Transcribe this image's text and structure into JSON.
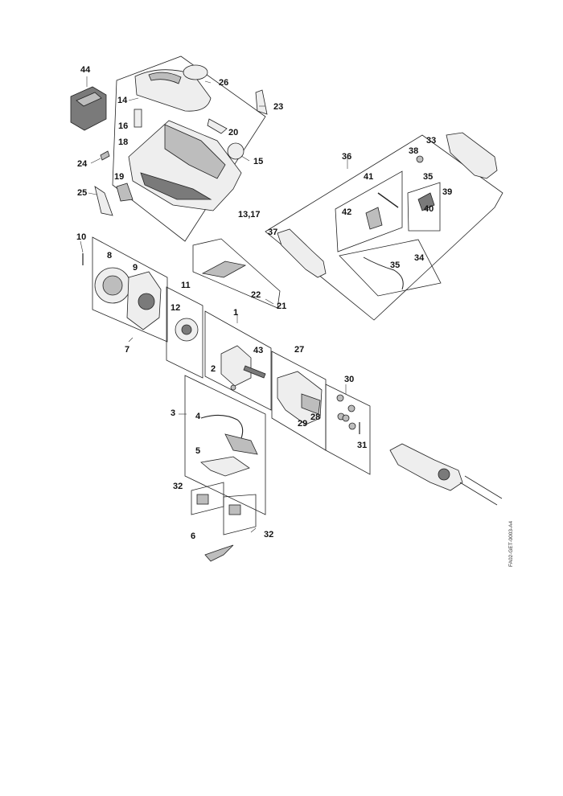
{
  "drawing_code": "FA02-GET-0003-A4",
  "parts": {
    "p44": "44",
    "p26": "26",
    "p14": "14",
    "p23": "23",
    "p16": "16",
    "p20": "20",
    "p18": "18",
    "p15": "15",
    "p24": "24",
    "p19": "19",
    "p25": "25",
    "p13_17": "13,17",
    "p36": "36",
    "p33": "33",
    "p38": "38",
    "p35a": "35",
    "p41": "41",
    "p39": "39",
    "p42": "42",
    "p40": "40",
    "p37": "37",
    "p35b": "35",
    "p34": "34",
    "p10": "10",
    "p8": "8",
    "p9": "9",
    "p7": "7",
    "p11": "11",
    "p12": "12",
    "p22": "22",
    "p21": "21",
    "p1": "1",
    "p43": "43",
    "p2": "2",
    "p27": "27",
    "p30": "30",
    "p28": "28",
    "p29": "29",
    "p31": "31",
    "p3": "3",
    "p4": "4",
    "p5": "5",
    "p32a": "32",
    "p32b": "32",
    "p6": "6"
  },
  "colors": {
    "line": "#222222",
    "fill_light": "#eeeeee",
    "fill_mid": "#bdbdbd",
    "fill_dark": "#7a7a7a"
  }
}
